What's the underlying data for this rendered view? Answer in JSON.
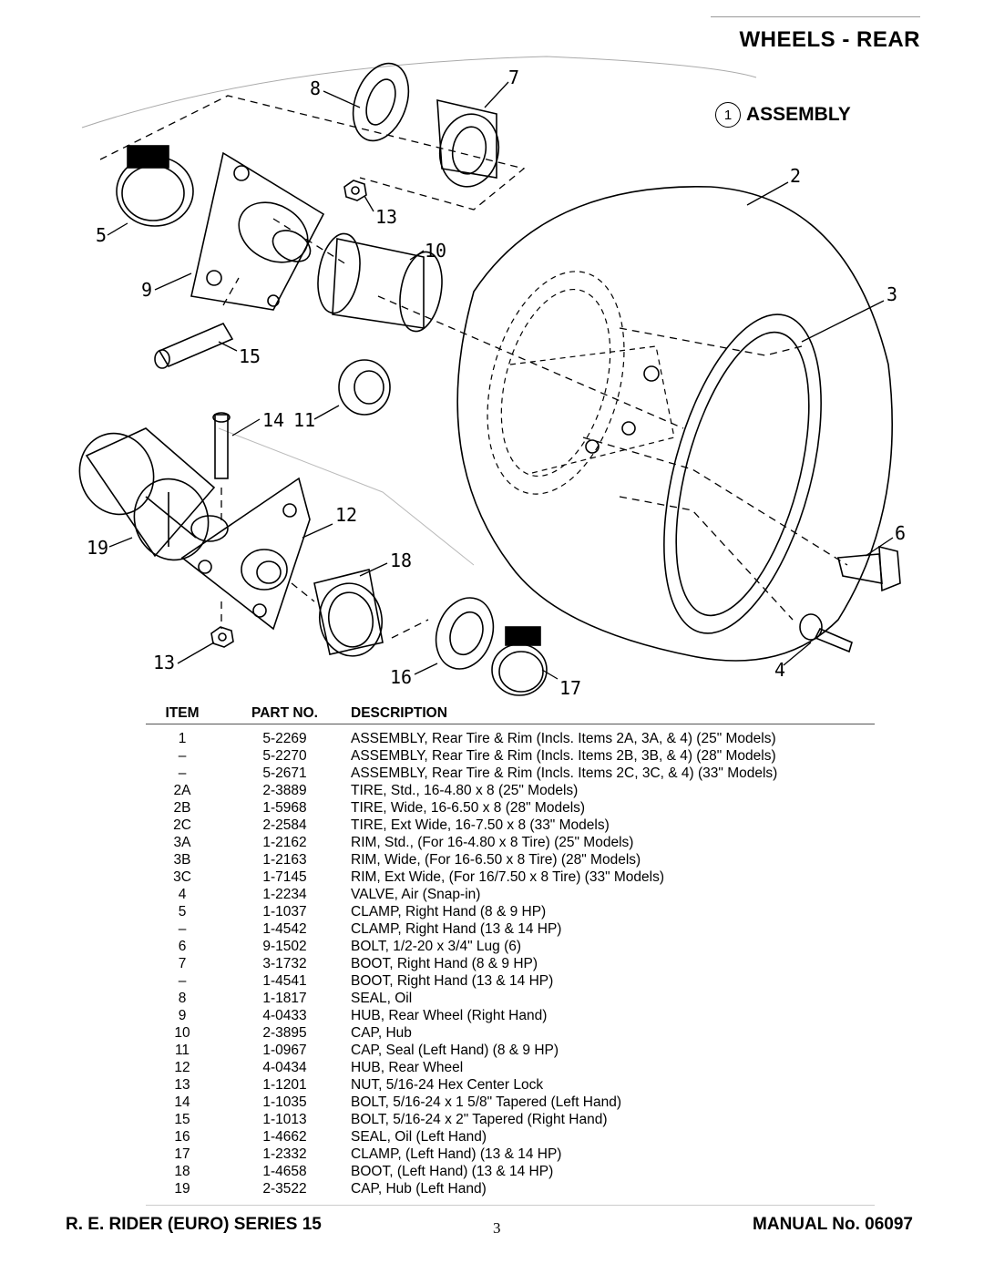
{
  "header": {
    "title": "WHEELS - REAR",
    "assembly_number": "1",
    "assembly_label": "ASSEMBLY"
  },
  "callouts": [
    "2",
    "3",
    "4",
    "5",
    "6",
    "7",
    "8",
    "9",
    "10",
    "11",
    "12",
    "13",
    "14",
    "15",
    "16",
    "17",
    "18",
    "19",
    "13"
  ],
  "table": {
    "columns": [
      "ITEM",
      "PART NO.",
      "DESCRIPTION"
    ],
    "rows": [
      [
        "1",
        "5-2269",
        "ASSEMBLY, Rear Tire & Rim (Incls. Items 2A, 3A, & 4) (25\" Models)"
      ],
      [
        "–",
        "5-2270",
        "ASSEMBLY, Rear Tire & Rim (Incls. Items 2B, 3B, & 4) (28\" Models)"
      ],
      [
        "–",
        "5-2671",
        "ASSEMBLY, Rear Tire & Rim (Incls. Items 2C, 3C, & 4) (33\" Models)"
      ],
      [
        "2A",
        "2-3889",
        "TIRE, Std., 16-4.80 x 8 (25\" Models)"
      ],
      [
        "2B",
        "1-5968",
        "TIRE, Wide, 16-6.50 x 8 (28\" Models)"
      ],
      [
        "2C",
        "2-2584",
        "TIRE, Ext Wide, 16-7.50 x 8 (33\" Models)"
      ],
      [
        "3A",
        "1-2162",
        "RIM, Std., (For 16-4.80 x 8 Tire) (25\" Models)"
      ],
      [
        "3B",
        "1-2163",
        "RIM, Wide, (For 16-6.50 x 8 Tire) (28\" Models)"
      ],
      [
        "3C",
        "1-7145",
        "RIM, Ext Wide, (For 16/7.50 x 8 Tire) (33\" Models)"
      ],
      [
        "4",
        "1-2234",
        "VALVE, Air (Snap-in)"
      ],
      [
        "5",
        "1-1037",
        "CLAMP, Right Hand (8 & 9 HP)"
      ],
      [
        "–",
        "1-4542",
        "CLAMP, Right Hand (13 & 14 HP)"
      ],
      [
        "6",
        "9-1502",
        "BOLT, 1/2-20 x 3/4\" Lug (6)"
      ],
      [
        "7",
        "3-1732",
        "BOOT, Right Hand (8 & 9 HP)"
      ],
      [
        "–",
        "1-4541",
        "BOOT, Right Hand (13 & 14 HP)"
      ],
      [
        "8",
        "1-1817",
        "SEAL, Oil"
      ],
      [
        "9",
        "4-0433",
        "HUB, Rear Wheel (Right Hand)"
      ],
      [
        "10",
        "2-3895",
        "CAP, Hub"
      ],
      [
        "11",
        "1-0967",
        "CAP, Seal (Left Hand) (8 & 9 HP)"
      ],
      [
        "12",
        "4-0434",
        "HUB, Rear Wheel"
      ],
      [
        "13",
        "1-1201",
        "NUT, 5/16-24 Hex Center Lock"
      ],
      [
        "14",
        "1-1035",
        "BOLT, 5/16-24 x 1 5/8\" Tapered (Left Hand)"
      ],
      [
        "15",
        "1-1013",
        "BOLT, 5/16-24 x 2\" Tapered (Right Hand)"
      ],
      [
        "16",
        "1-4662",
        "SEAL, Oil (Left Hand)"
      ],
      [
        "17",
        "1-2332",
        "CLAMP, (Left Hand) (13 & 14 HP)"
      ],
      [
        "18",
        "1-4658",
        "BOOT, (Left Hand) (13 & 14 HP)"
      ],
      [
        "19",
        "2-3522",
        "CAP, Hub (Left Hand)"
      ]
    ]
  },
  "footer": {
    "left": "R. E. RIDER (EURO) SERIES 15",
    "page": "3",
    "right": "MANUAL No. 06097"
  }
}
